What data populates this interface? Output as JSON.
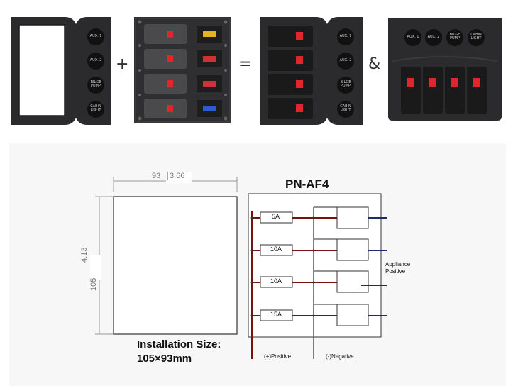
{
  "operators": {
    "plus": "+",
    "equals": "=",
    "ampersand": "&"
  },
  "panel1": {
    "labels": [
      "AUX. 1",
      "AUX. 2",
      "BILGE PUMP",
      "CABIN LIGHT"
    ]
  },
  "panel3": {
    "labels": [
      "AUX. 1",
      "AUX. 2",
      "BILGE PUMP",
      "CABIN LIGHT"
    ]
  },
  "panel4": {
    "labels": [
      "AUX. 1",
      "AUX. 2",
      "BILGE PUMP",
      "CABIN LIGHT"
    ]
  },
  "drawing": {
    "width_mm": "93",
    "width_in": "3.66",
    "height_mm": "105",
    "height_in": "4.13",
    "install_line1": "Installation Size:",
    "install_line2": "105×93mm"
  },
  "schematic": {
    "title": "PN-AF4",
    "fuses": [
      "5A",
      "10A",
      "10A",
      "15A"
    ],
    "appliance_label_1": "Appliance",
    "appliance_label_2": "Positive",
    "positive_label": "(+)Positive",
    "negative_label": "(-)Negative"
  },
  "colors": {
    "panel_dark": "#2b2b2d",
    "rocker_red": "#e0262a",
    "wire_red": "#7a1111",
    "wire_blue": "#1d2a6b"
  }
}
